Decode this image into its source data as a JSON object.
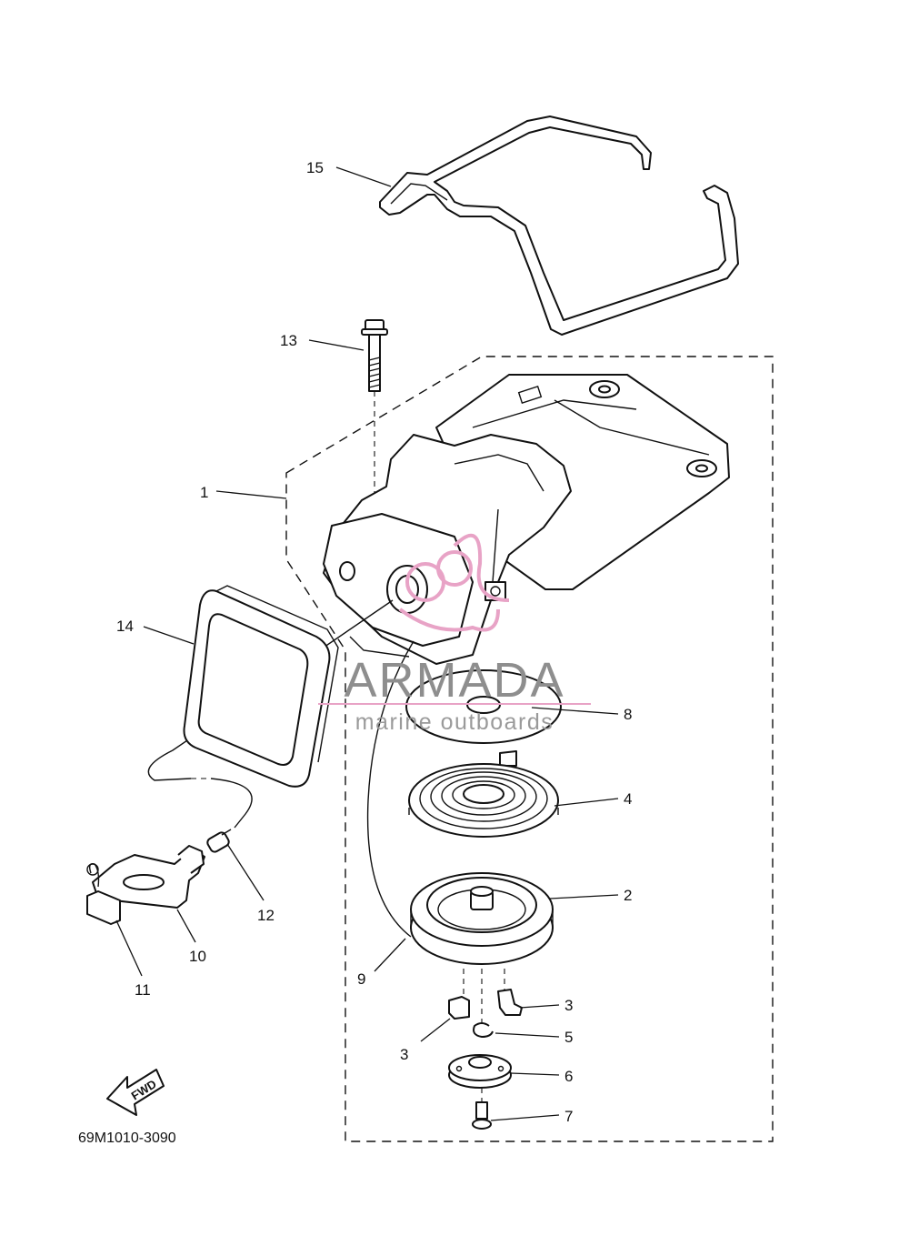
{
  "diagram_code": "69M1010-3090",
  "fwd_label": "FWD",
  "watermark": {
    "brand": "ARMADA",
    "tagline": "marine outboards",
    "accent_color": "#e8a3c6",
    "text_color": "#8e8e8e"
  },
  "callouts": [
    {
      "id": "1",
      "label": "1"
    },
    {
      "id": "2",
      "label": "2"
    },
    {
      "id": "3a",
      "label": "3"
    },
    {
      "id": "3b",
      "label": "3"
    },
    {
      "id": "4",
      "label": "4"
    },
    {
      "id": "5",
      "label": "5"
    },
    {
      "id": "6",
      "label": "6"
    },
    {
      "id": "7",
      "label": "7"
    },
    {
      "id": "8",
      "label": "8"
    },
    {
      "id": "9",
      "label": "9"
    },
    {
      "id": "10",
      "label": "10"
    },
    {
      "id": "11",
      "label": "11"
    },
    {
      "id": "12",
      "label": "12"
    },
    {
      "id": "13",
      "label": "13"
    },
    {
      "id": "14",
      "label": "14"
    },
    {
      "id": "15",
      "label": "15"
    }
  ]
}
